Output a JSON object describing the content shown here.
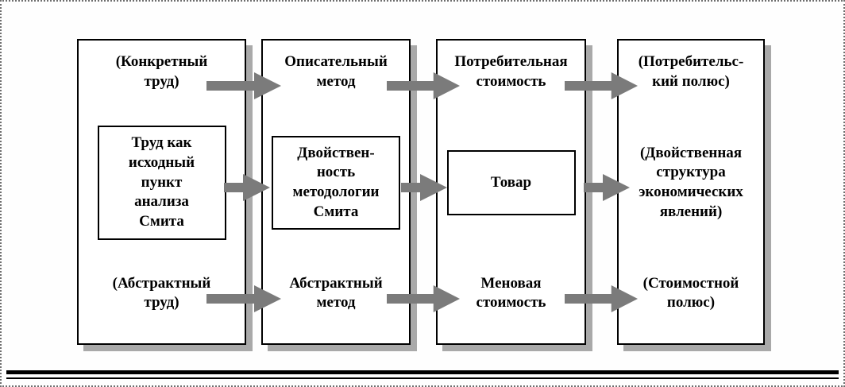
{
  "diagram": {
    "colors": {
      "arrow": "#7b7b7b",
      "column_shadow": "#a9a9a9",
      "border": "#000000"
    },
    "icons": {
      "flow_arrow": "arrow-right"
    },
    "columns": [
      {
        "id": "labor",
        "top": "(Конкретный\nтруд)",
        "middle": "Труд как\nисходный\nпункт\nанализа\nСмита",
        "bottom": "(Абстрактный\nтруд)"
      },
      {
        "id": "method",
        "top": "Описательный\nметод",
        "middle": "Двойствен-\nность\nметодологии\nСмита",
        "bottom": "Абстрактный\nметод"
      },
      {
        "id": "value",
        "top": "Потребительная\nстоимость",
        "middle": "Товар",
        "bottom": "Меновая\nстоимость"
      },
      {
        "id": "poles",
        "top": "(Потребительс-\nкий полюс)",
        "middle": "(Двойственная\nструктура\nэкономических\nявлений)",
        "bottom": "(Стоимостной\nполюс)"
      }
    ]
  }
}
